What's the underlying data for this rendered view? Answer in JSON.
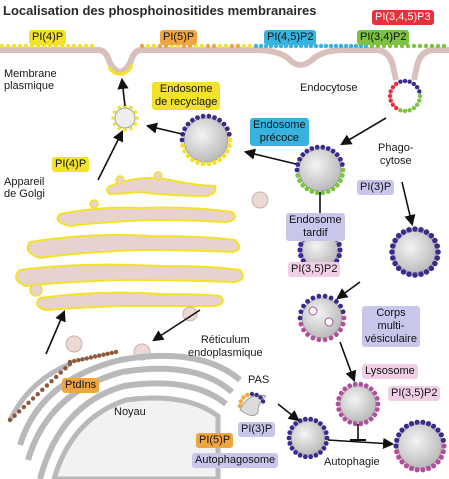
{
  "title": "Localisation des phosphoinositides membranaires",
  "lipids": {
    "pi4p": "PI(4)P",
    "pi5p": "PI(5)P",
    "pi45p2": "PI(4,5)P2",
    "pi34p2": "PI(3,4)P2",
    "pi345p3": "PI(3,4,5)P3",
    "pi3p": "PI(3)P",
    "pi35p2": "PI(3,5)P2",
    "ptdins": "PtdIns"
  },
  "labels": {
    "membrane_line1": "Membrane",
    "membrane_line2": "plasmique",
    "endocytose": "Endocytose",
    "recycling_line1": "Endosome",
    "recycling_line2": "de recyclage",
    "early_line1": "Endosome",
    "early_line2": "précoce",
    "phago_line1": "Phago-",
    "phago_line2": "cytose",
    "golgi_line1": "Appareil",
    "golgi_line2": "de Golgi",
    "late_line1": "Endosome",
    "late_line2": "tardif",
    "mvb_line1": "Corps",
    "mvb_line2": "multi-",
    "mvb_line3": "vésiculaire",
    "er_line1": "Réticulum",
    "er_line2": "endoplasmique",
    "lysosome": "Lysosome",
    "pas": "PAS",
    "nucleus": "Noyau",
    "autophagosome": "Autophagosome",
    "autophagie": "Autophagie"
  },
  "colors": {
    "pi4p": "#f2e22a",
    "pi5p": "#f0a640",
    "pi45p2": "#38b3e0",
    "pi34p2": "#7dc242",
    "pi345p3": "#e8303a",
    "pi3p": "#3b2c8c",
    "pi35p2": "#b0509a",
    "ptdins": "#8a5a3a",
    "membrane": "#d9c0bd",
    "organelle": "#b9b9bb"
  }
}
